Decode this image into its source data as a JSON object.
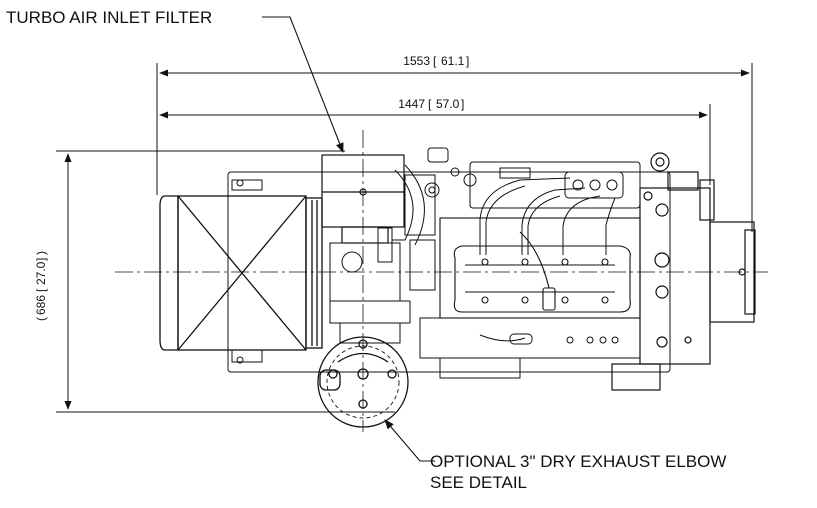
{
  "callouts": {
    "turbo_filter": "TURBO AIR INLET FILTER",
    "exhaust_line1": "OPTIONAL 3\" DRY EXHAUST ELBOW",
    "exhaust_line2": "SEE DETAIL"
  },
  "dimensions": {
    "overall_length": {
      "mm": "1553",
      "in": "61.1"
    },
    "body_length": {
      "mm": "1447",
      "in": "57.0"
    },
    "width": {
      "mm": "686",
      "in": "27.0"
    }
  },
  "colors": {
    "line": "#111111",
    "background": "#ffffff"
  }
}
